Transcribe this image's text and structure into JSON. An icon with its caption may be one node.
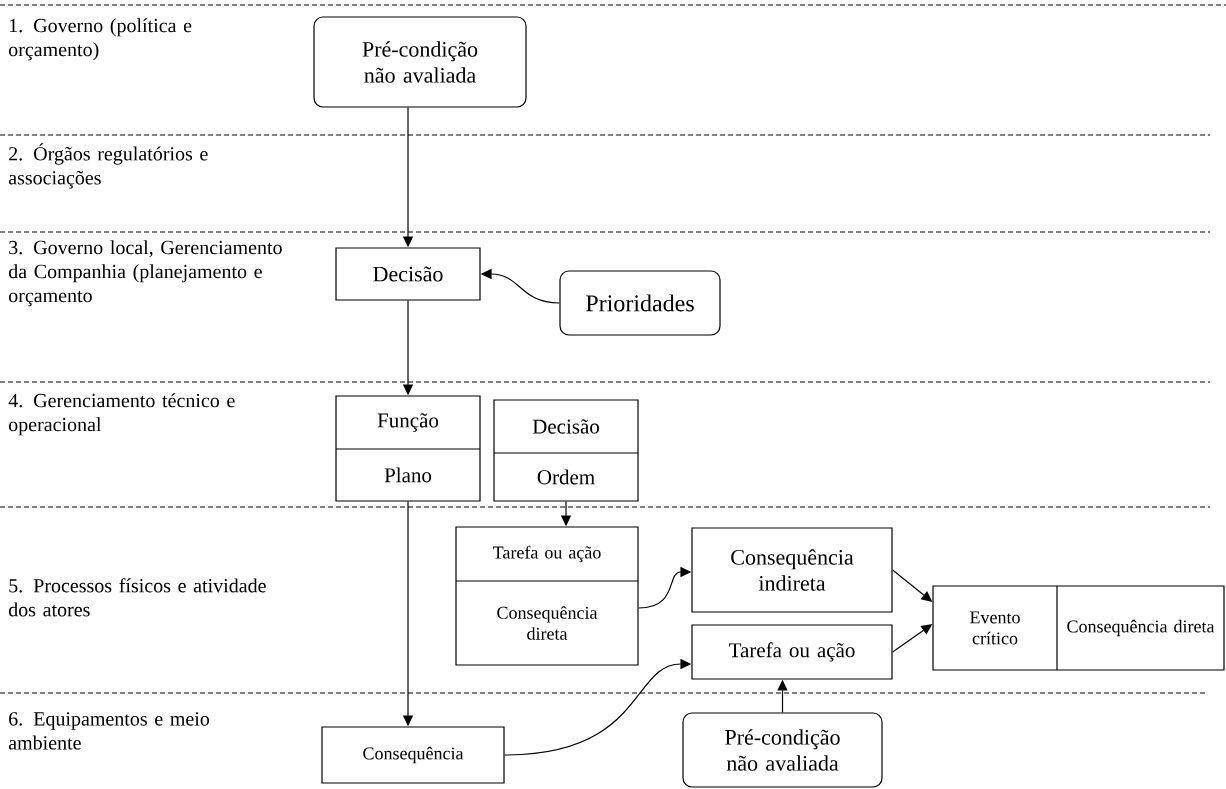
{
  "diagram": {
    "nodes": [
      {
        "text": [
          "Pré-condição não avaliada"
        ]
      },
      {
        "text": [
          "Decisão"
        ]
      },
      {
        "text": [
          "Prioridades"
        ]
      },
      {
        "text": [
          "Função",
          "Plano"
        ]
      },
      {
        "text": [
          "Decisão",
          "Ordem"
        ]
      },
      {
        "text": [
          "Tarefa ou ação",
          "Consequência direta"
        ]
      },
      {
        "text": [
          "Consequência indireta"
        ]
      },
      {
        "text": [
          "Tarefa ou ação"
        ]
      },
      {
        "text": [
          "Evento crítico",
          "Consequência direta"
        ]
      },
      {
        "text": [
          "Consequência"
        ]
      },
      {
        "text": [
          "Pré-condição não avaliada"
        ]
      }
    ],
    "edges": [
      {
        "from": 0,
        "to": 1,
        "arrow": "to"
      },
      {
        "from": 2,
        "to": 1,
        "arrow": "to"
      },
      {
        "from": 1,
        "to": 3,
        "arrow": "to"
      },
      {
        "from": 3,
        "to": 9,
        "arrow": "to"
      },
      {
        "from": 4,
        "to": 5,
        "arrow": "to"
      },
      {
        "from": 5,
        "to": 6,
        "arrow": "to"
      },
      {
        "from": 9,
        "to": 7,
        "arrow": "to"
      },
      {
        "from": 10,
        "to": 7,
        "arrow": "to"
      },
      {
        "from": 6,
        "to": 8,
        "arrow": "to"
      },
      {
        "from": 7,
        "to": 8,
        "arrow": "to"
      }
    ],
    "labels": [
      "1. Governo (política e orçamento)",
      "2. Órgãos regulatórios e associações",
      "3. Governo local, Gerenciamento da Companhia (planejamento e orçamento",
      "4.  Gerenciamento técnico e operacional",
      "5. Processos físicos e atividade dos atores",
      "6. Equipamentos e meio ambiente"
    ]
  }
}
